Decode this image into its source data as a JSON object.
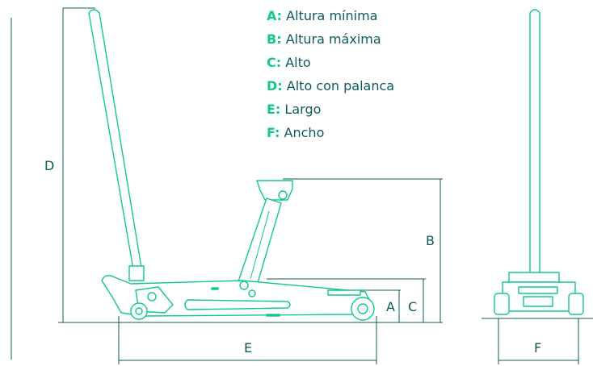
{
  "legend": [
    {
      "key": "A:",
      "text": "Altura mínima"
    },
    {
      "key": "B:",
      "text": "Altura máxima"
    },
    {
      "key": "C:",
      "text": "Alto"
    },
    {
      "key": "D:",
      "text": "Alto con palanca"
    },
    {
      "key": "E:",
      "text": "Largo"
    },
    {
      "key": "F:",
      "text": "Ancho"
    }
  ],
  "dimension_labels": {
    "a": "A",
    "b": "B",
    "c": "C",
    "d": "D",
    "e": "E",
    "f": "F"
  },
  "colors": {
    "accent": "#10c98d",
    "lines": "#0d5b59",
    "background": "#ffffff"
  }
}
